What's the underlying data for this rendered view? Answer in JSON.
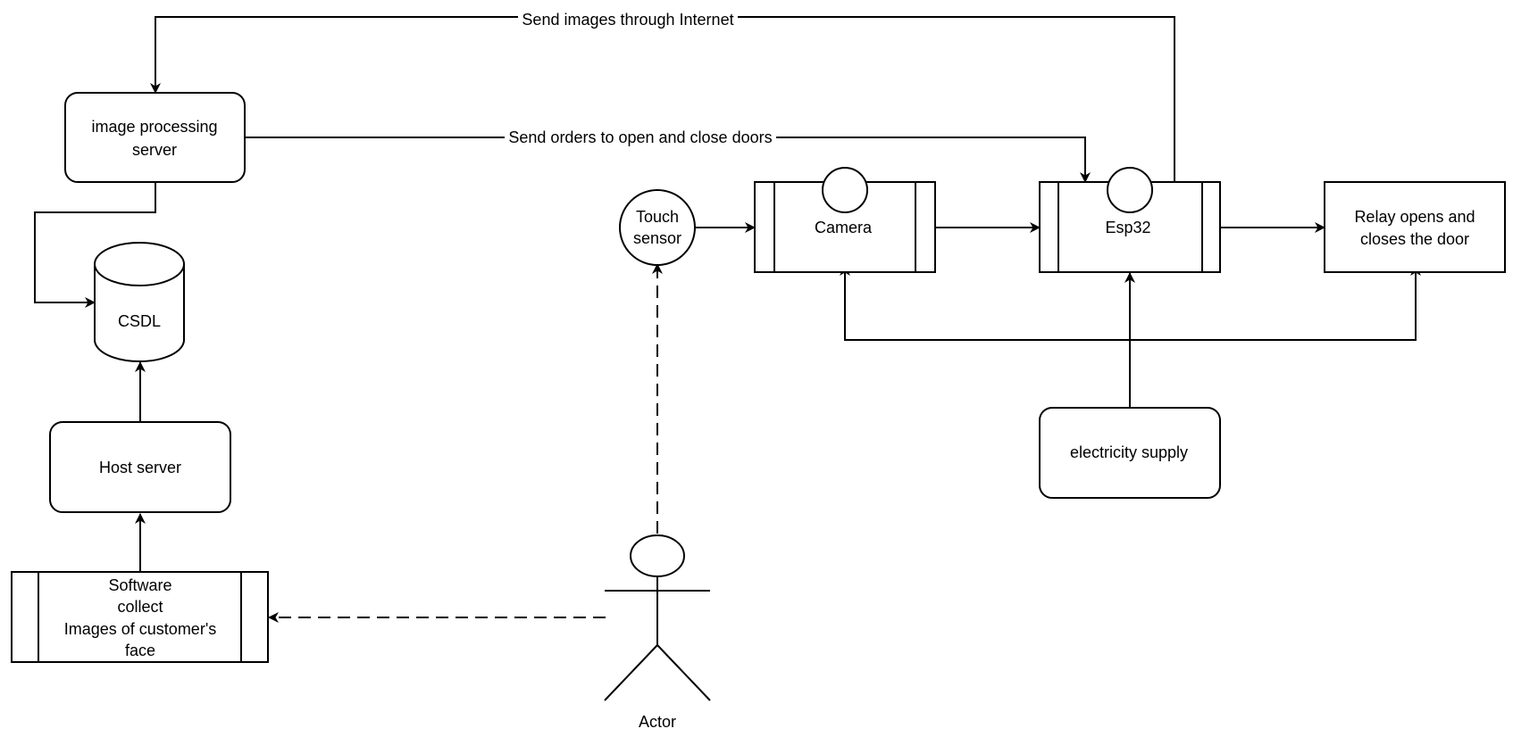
{
  "nodes": {
    "image_processing_server": [
      "image processing",
      "server"
    ],
    "csdl": "CSDL",
    "host_server": "Host server",
    "software_collect": [
      "Software",
      "collect",
      "Images of customer's",
      "face"
    ],
    "touch_sensor": [
      "Touch",
      "sensor"
    ],
    "camera": "Camera",
    "esp32": "Esp32",
    "relay": [
      "Relay opens and",
      "closes the door"
    ],
    "electricity_supply": "electricity supply",
    "actor": "Actor"
  },
  "edges": {
    "send_images": "Send images through Internet",
    "send_orders": "Send orders to open and close doors"
  },
  "colors": {
    "stroke": "#000000",
    "background": "#ffffff"
  }
}
